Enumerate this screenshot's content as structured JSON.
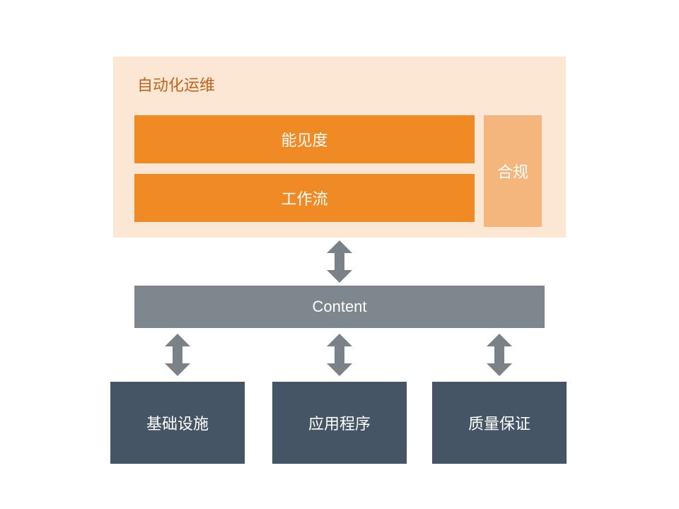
{
  "automation": {
    "title": "自动化运维",
    "visibility_label": "能见度",
    "workflow_label": "工作流",
    "compliance_label": "合规"
  },
  "content": {
    "label": "Content"
  },
  "bottom": {
    "infrastructure_label": "基础设施",
    "applications_label": "应用程序",
    "qa_label": "质量保证"
  },
  "colors": {
    "panel_bg": "#fce6d4",
    "orange": "#ef8a24",
    "light_orange": "#f5b67e",
    "title_orange": "#c0641c",
    "content_gray": "#7f878e",
    "dark_slate": "#465565",
    "arrow_gray": "#7a8288"
  },
  "icons": {
    "arrows": "double-headed-vertical-arrow-icon"
  }
}
